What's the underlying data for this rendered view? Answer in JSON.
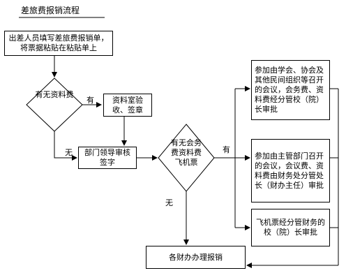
{
  "title": "差旅费报销流程",
  "nodes": {
    "start": "出差人员填写差旅费报销单，将票据粘贴在粘贴单上",
    "decision1": "有无资料费",
    "review": "资料室验收、签章",
    "dept": "部门领导审核签字",
    "decision2": "有无会务费资料费飞机票",
    "r1": "参加由学会、协会及其他民间组织等召开的会议，会务费、资料费经分管校（院）长审批",
    "r2": "参加由主管部门召开的会议，会议费、资料费由财务处分管处长（财办主任）审批",
    "r3": "飞机票经分管财务的校（院）长审批",
    "end": "各财办办理报销"
  },
  "edge_labels": {
    "d1_yes": "有",
    "d1_no": "无",
    "d2_yes": "有",
    "d2_no": "无"
  }
}
